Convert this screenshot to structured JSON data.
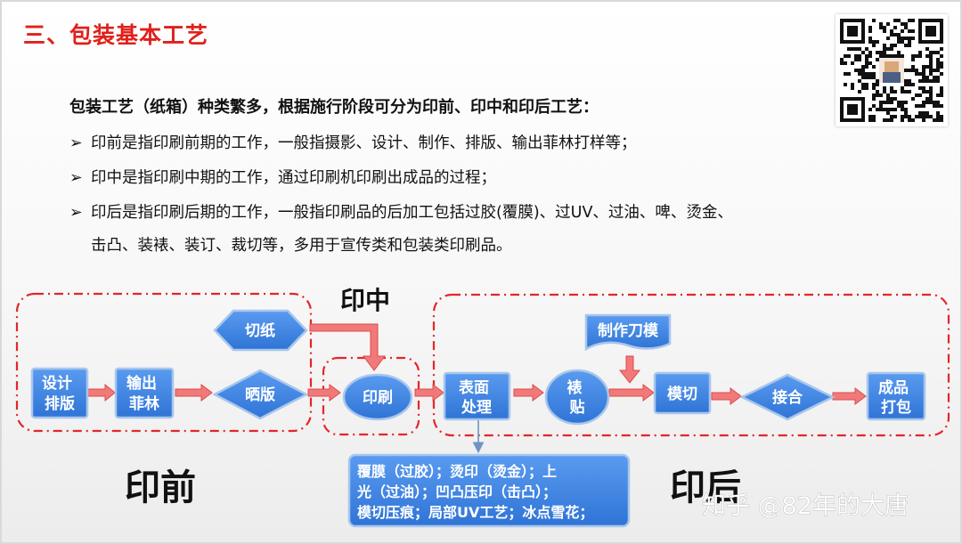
{
  "title": "三、包装基本工艺",
  "intro": "包装工艺（纸箱）种类繁多，根据施行阶段可分为印前、印中和印后工艺：",
  "bullet_mark": "➢",
  "bullets": [
    "印前是指印刷前期的工作，一般指摄影、设计、制作、排版、输出菲林打样等；",
    "印中是指印刷中期的工作，通过印刷机印刷出成品的过程；",
    "印后是指印刷后期的工作，一般指印刷品的后加工包括过胶(覆膜)、过UV、过油、啤、烫金、"
  ],
  "bullet3_cont": "击凸、装裱、装订、裁切等，多用于宣传类和包装类印刷品。",
  "diagram": {
    "stage_pre": "印前",
    "stage_mid": "印中",
    "stage_post": "印后",
    "nodes": {
      "design": [
        "设计",
        "排版"
      ],
      "output": [
        "输出",
        "菲林"
      ],
      "cut_paper": "切纸",
      "sun": "晒版",
      "print": "印刷",
      "surface": [
        "表面",
        "处理"
      ],
      "mount": [
        "裱",
        "贴"
      ],
      "die": "制作刀模",
      "die_cut": "模切",
      "join": "接合",
      "finish": [
        "成品",
        "打包"
      ]
    },
    "detail": [
      "覆膜（过胶）；烫印（烫金）；上",
      "光（过油）；凹凸压印（击凸）；",
      "模切压痕；局部UV工艺；冰点雪花；"
    ]
  },
  "watermark": "知乎 @82年的大唐",
  "colors": {
    "title_red": "#e0201b",
    "box_blue": "#3d85e0",
    "box_border": "#9bbde8",
    "arrow_red": "#f07a7a",
    "dash_red": "#e3262a"
  },
  "icons": {
    "qr": "qr-code-icon"
  }
}
